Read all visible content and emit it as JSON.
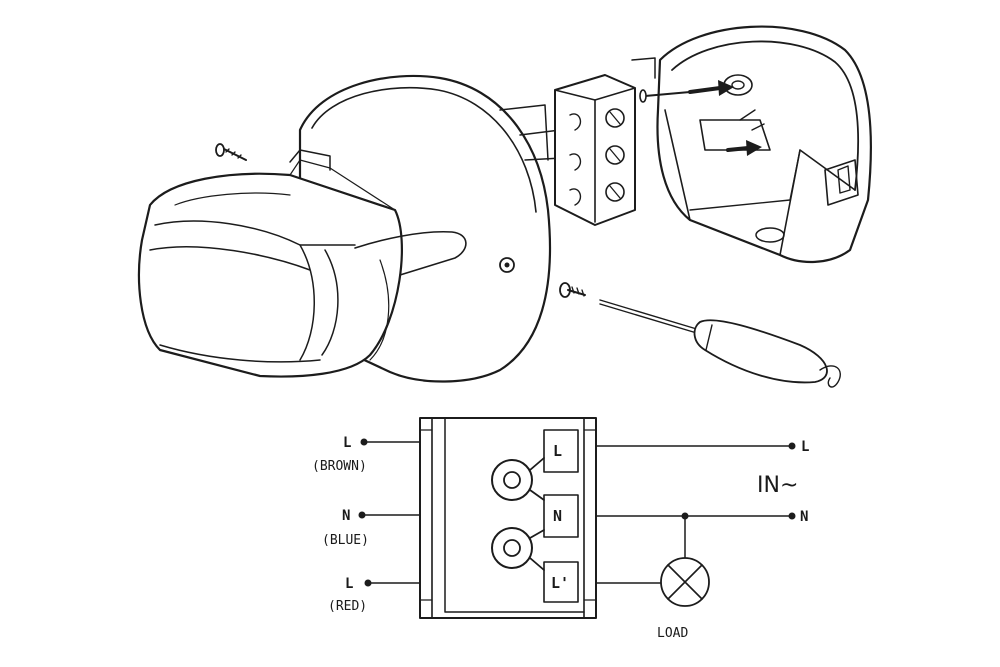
{
  "wiring": {
    "left_terminals": [
      {
        "letter": "L",
        "color_label": "(BROWN)"
      },
      {
        "letter": "N",
        "color_label": "(BLUE)"
      },
      {
        "letter": "L",
        "color_label": "(RED)"
      }
    ],
    "block_terminals": [
      "L",
      "N",
      "L'"
    ],
    "right_terminals": [
      "L",
      "N"
    ],
    "input_label": "IN~",
    "load_label": "LOAD"
  }
}
